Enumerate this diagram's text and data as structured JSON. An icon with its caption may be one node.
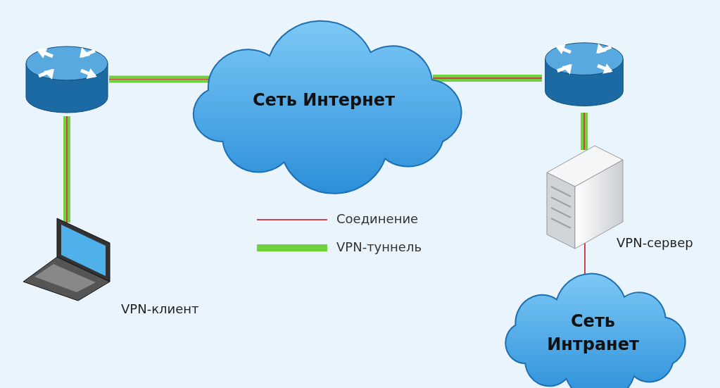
{
  "diagram": {
    "nodes": [
      {
        "text": [],
        "shape": "picture"
      },
      {
        "text": [
          "Сеть Интернет"
        ]
      },
      {
        "text": [],
        "shape": "picture"
      },
      {
        "text": [],
        "shape": "picture",
        "beside": [
          "VPN-клиент"
        ]
      },
      {
        "text": [],
        "shape": "picture",
        "beside": [
          "VPN-сервер"
        ]
      },
      {
        "text": [
          "Сеть Интранет"
        ]
      }
    ],
    "edges": [
      {
        "from": 0,
        "to": 1,
        "arrow": "none",
        "style": "thick"
      },
      {
        "from": 1,
        "to": 2,
        "arrow": "none",
        "style": "thick"
      },
      {
        "from": 0,
        "to": 3,
        "arrow": "none",
        "style": "thick"
      },
      {
        "from": 2,
        "to": 4,
        "arrow": "none",
        "style": "thick"
      },
      {
        "from": 4,
        "to": 5,
        "arrow": "none",
        "color": "#d0404a"
      }
    ],
    "legend": [
      {
        "text": "Соединение"
      },
      {
        "text": "VPN-туннель"
      }
    ]
  }
}
